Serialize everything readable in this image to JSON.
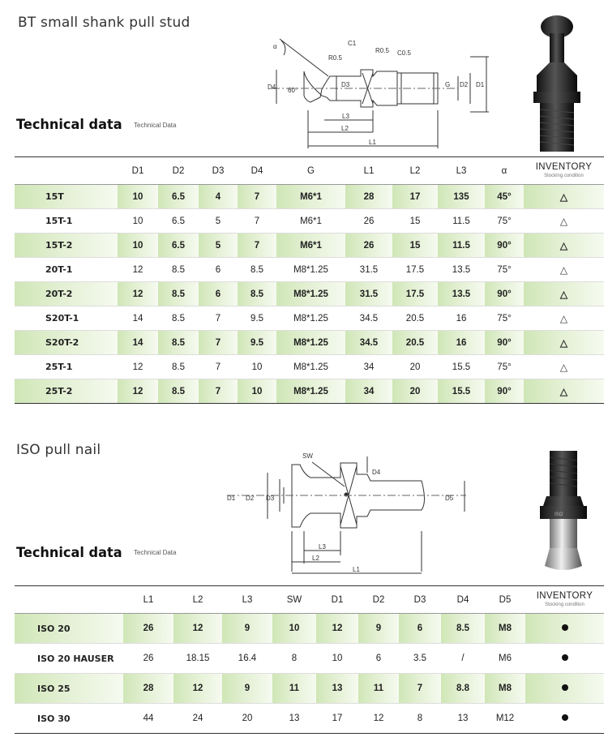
{
  "bt": {
    "section_title": "BT small shank pull stud",
    "tech_title": "Technical data",
    "tech_sub": "Technical Data",
    "drawing_labels": {
      "alpha": "α",
      "r05a": "R0.5",
      "c1": "C1",
      "r05b": "R0.5",
      "c05": "C0.5",
      "d4": "D4",
      "d3": "D3",
      "angle60": "60°",
      "g": "G",
      "d2": "D2",
      "d1": "D1",
      "l3": "L3",
      "l2": "L2",
      "l1": "L1"
    },
    "columns": [
      "",
      "D1",
      "D2",
      "D3",
      "D4",
      "G",
      "L1",
      "L2",
      "L3",
      "α"
    ],
    "inventory_label": "INVENTORY",
    "inventory_sub": "Stocking condition",
    "rows": [
      {
        "model": "15T",
        "cells": [
          "10",
          "6.5",
          "4",
          "7",
          "M6*1",
          "28",
          "17",
          "135",
          "45°"
        ],
        "inv": "△",
        "shaded": true
      },
      {
        "model": "15T-1",
        "cells": [
          "10",
          "6.5",
          "5",
          "7",
          "M6*1",
          "26",
          "15",
          "11.5",
          "75°"
        ],
        "inv": "△",
        "shaded": false
      },
      {
        "model": "15T-2",
        "cells": [
          "10",
          "6.5",
          "5",
          "7",
          "M6*1",
          "26",
          "15",
          "11.5",
          "90°"
        ],
        "inv": "△",
        "shaded": true
      },
      {
        "model": "20T-1",
        "cells": [
          "12",
          "8.5",
          "6",
          "8.5",
          "M8*1.25",
          "31.5",
          "17.5",
          "13.5",
          "75°"
        ],
        "inv": "△",
        "shaded": false
      },
      {
        "model": "20T-2",
        "cells": [
          "12",
          "8.5",
          "6",
          "8.5",
          "M8*1.25",
          "31.5",
          "17.5",
          "13.5",
          "90°"
        ],
        "inv": "△",
        "shaded": true
      },
      {
        "model": "S20T-1",
        "cells": [
          "14",
          "8.5",
          "7",
          "9.5",
          "M8*1.25",
          "34.5",
          "20.5",
          "16",
          "75°"
        ],
        "inv": "△",
        "shaded": false
      },
      {
        "model": "S20T-2",
        "cells": [
          "14",
          "8.5",
          "7",
          "9.5",
          "M8*1.25",
          "34.5",
          "20.5",
          "16",
          "90°"
        ],
        "inv": "△",
        "shaded": true
      },
      {
        "model": "25T-1",
        "cells": [
          "12",
          "8.5",
          "7",
          "10",
          "M8*1.25",
          "34",
          "20",
          "15.5",
          "75°"
        ],
        "inv": "△",
        "shaded": false
      },
      {
        "model": "25T-2",
        "cells": [
          "12",
          "8.5",
          "7",
          "10",
          "M8*1.25",
          "34",
          "20",
          "15.5",
          "90°"
        ],
        "inv": "△",
        "shaded": true
      }
    ]
  },
  "iso": {
    "section_title": "ISO pull nail",
    "tech_title": "Technical data",
    "tech_sub": "Technical Data",
    "drawing_labels": {
      "sw": "SW",
      "d4": "D4",
      "d1": "D1",
      "d2": "D2",
      "d3": "D3",
      "d5": "D5",
      "l3": "L3",
      "l2": "L2",
      "l1": "L1"
    },
    "photo_marking": "ISO",
    "columns": [
      "",
      "L1",
      "L2",
      "L3",
      "SW",
      "D1",
      "D2",
      "D3",
      "D4",
      "D5"
    ],
    "inventory_label": "INVENTORY",
    "inventory_sub": "Stocking condition",
    "rows": [
      {
        "model": "ISO 20",
        "cells": [
          "26",
          "12",
          "9",
          "10",
          "12",
          "9",
          "6",
          "8.5",
          "M8"
        ],
        "inv": "●",
        "shaded": true
      },
      {
        "model": "ISO 20 HAUSER",
        "cells": [
          "26",
          "18.15",
          "16.4",
          "8",
          "10",
          "6",
          "3.5",
          "/",
          "M6"
        ],
        "inv": "●",
        "shaded": false
      },
      {
        "model": "ISO 25",
        "cells": [
          "28",
          "12",
          "9",
          "11",
          "13",
          "11",
          "7",
          "8.8",
          "M8"
        ],
        "inv": "●",
        "shaded": true
      },
      {
        "model": "ISO 30",
        "cells": [
          "44",
          "24",
          "20",
          "13",
          "17",
          "12",
          "8",
          "13",
          "M12"
        ],
        "inv": "●",
        "shaded": false
      }
    ]
  }
}
